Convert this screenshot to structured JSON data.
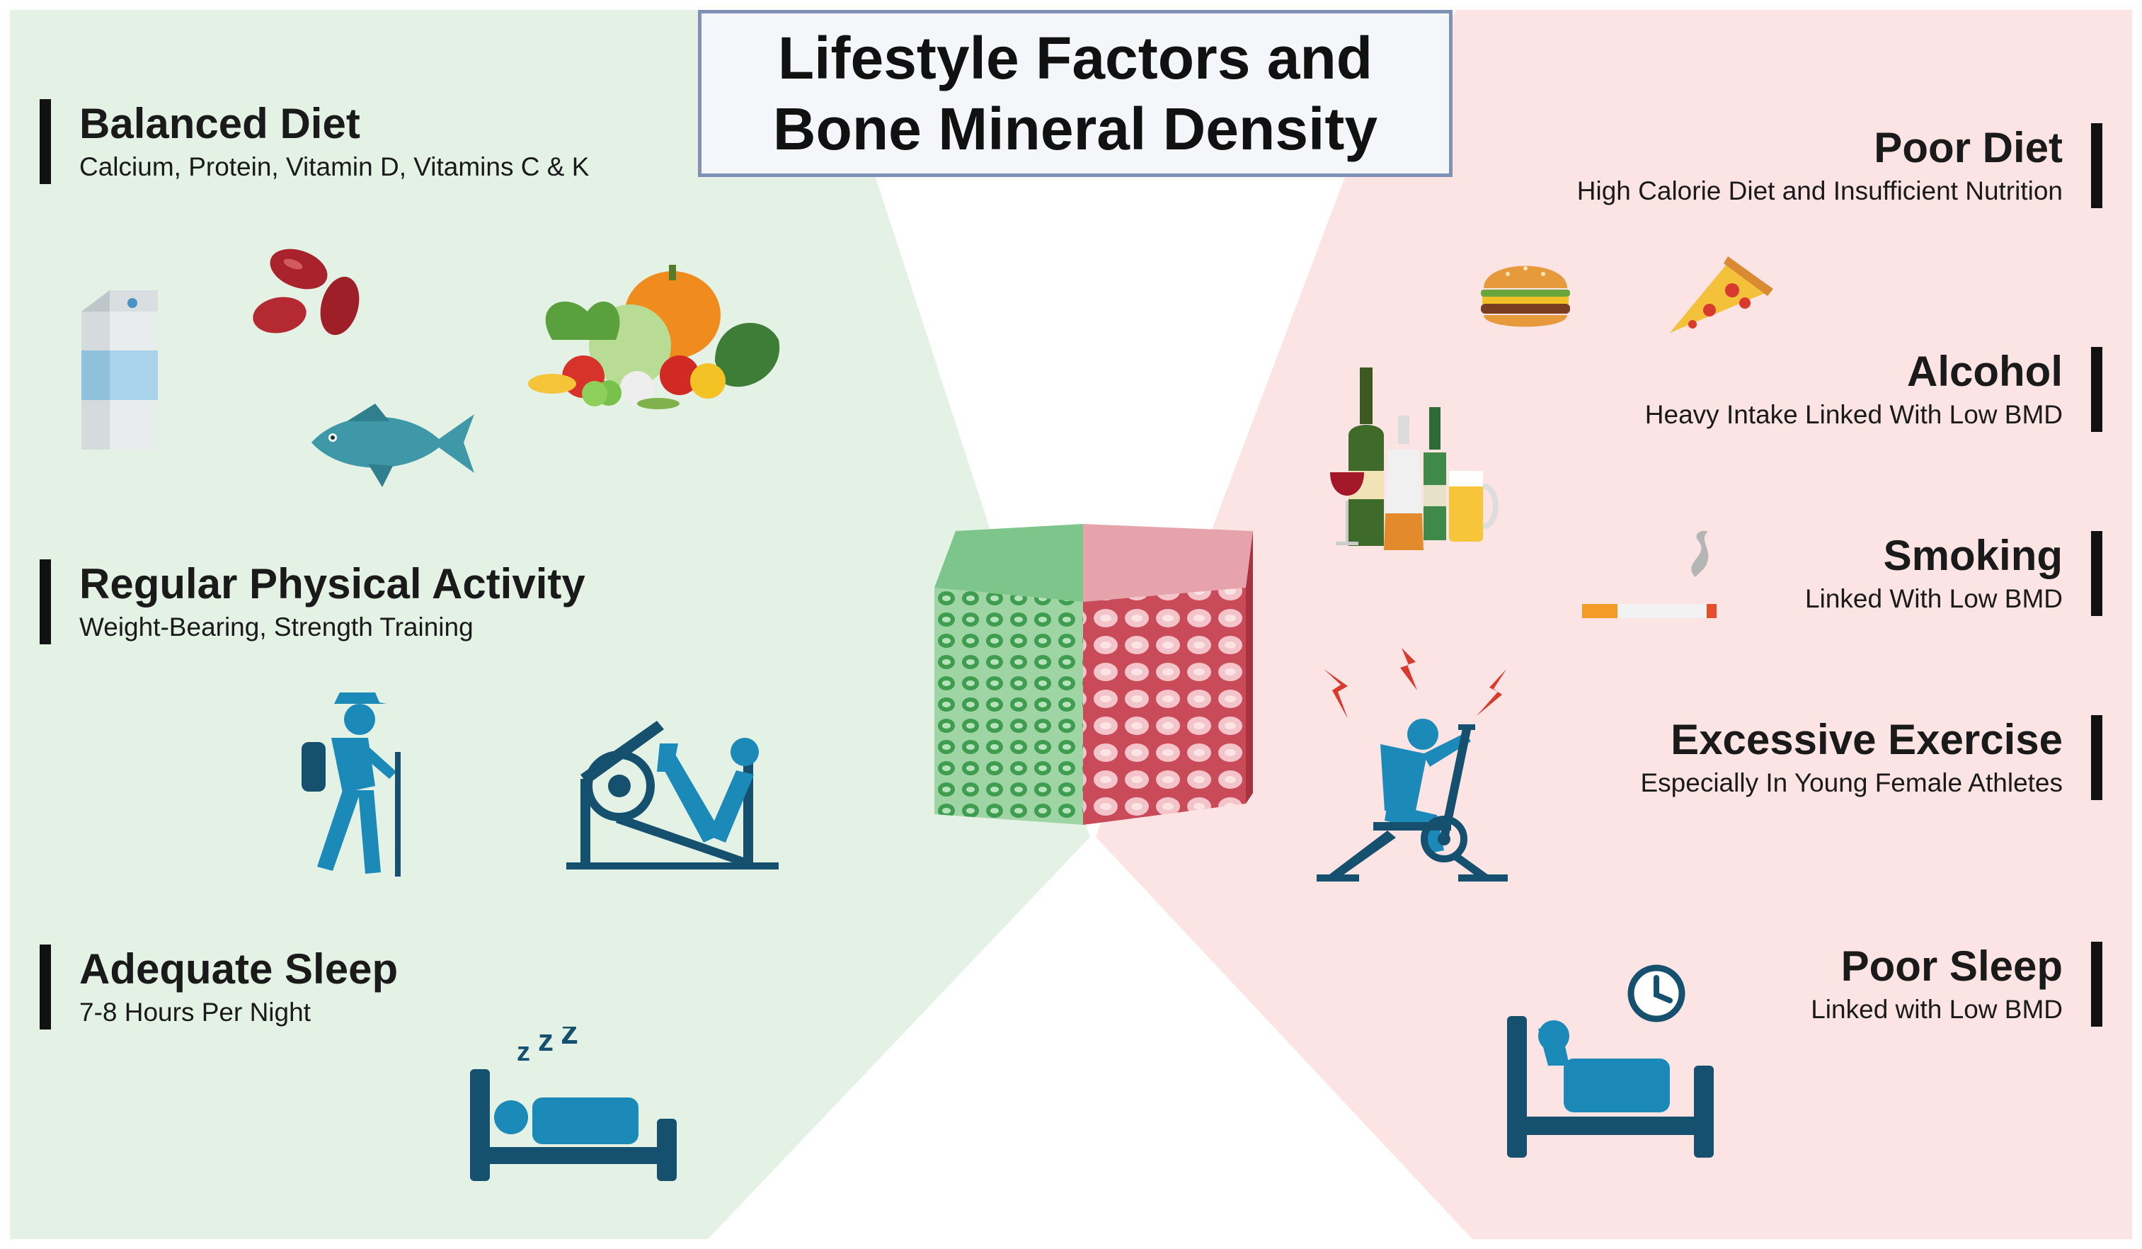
{
  "title": {
    "line1": "Lifestyle Factors and",
    "line2": "Bone Mineral Density"
  },
  "colors": {
    "healthy_bg": "#e4f1e5",
    "harmful_bg": "#fbe4e3",
    "icon_blue": "#1b8ab9",
    "icon_dark": "#15506e",
    "healthy_bone": "#5fb86f",
    "harmful_bone": "#d86f7b",
    "bar": "#111111"
  },
  "healthy_factors": [
    {
      "heading": "Balanced Diet",
      "sub": "Calcium, Protein, Vitamin D, Vitamins C & K"
    },
    {
      "heading": "Regular Physical Activity",
      "sub": "Weight-Bearing, Strength Training"
    },
    {
      "heading": "Adequate Sleep",
      "sub": "7-8 Hours Per Night"
    }
  ],
  "harmful_factors": [
    {
      "heading": "Poor Diet",
      "sub": "High Calorie Diet and Insufficient Nutrition"
    },
    {
      "heading": "Alcohol",
      "sub": "Heavy Intake Linked With Low BMD"
    },
    {
      "heading": "Smoking",
      "sub": "Linked With Low BMD"
    },
    {
      "heading": "Excessive Exercise",
      "sub": "Especially In Young Female Athletes"
    },
    {
      "heading": "Poor Sleep",
      "sub": "Linked with Low BMD"
    }
  ],
  "icons": {
    "milk": "milk-carton-icon",
    "beans": "kidney-beans-icon",
    "fish": "fish-icon",
    "vegetables": "vegetables-icon",
    "hiker": "hiker-icon",
    "leg_press": "leg-press-icon",
    "sleep": "sleeping-person-icon",
    "burger": "burger-icon",
    "pizza": "pizza-slice-icon",
    "alcohol": "alcohol-bottles-icon",
    "cigarette": "cigarette-icon",
    "exercise_bike": "exercise-bike-icon",
    "insomnia": "insomnia-icon",
    "bone": "bone-tissue-cube-icon"
  }
}
